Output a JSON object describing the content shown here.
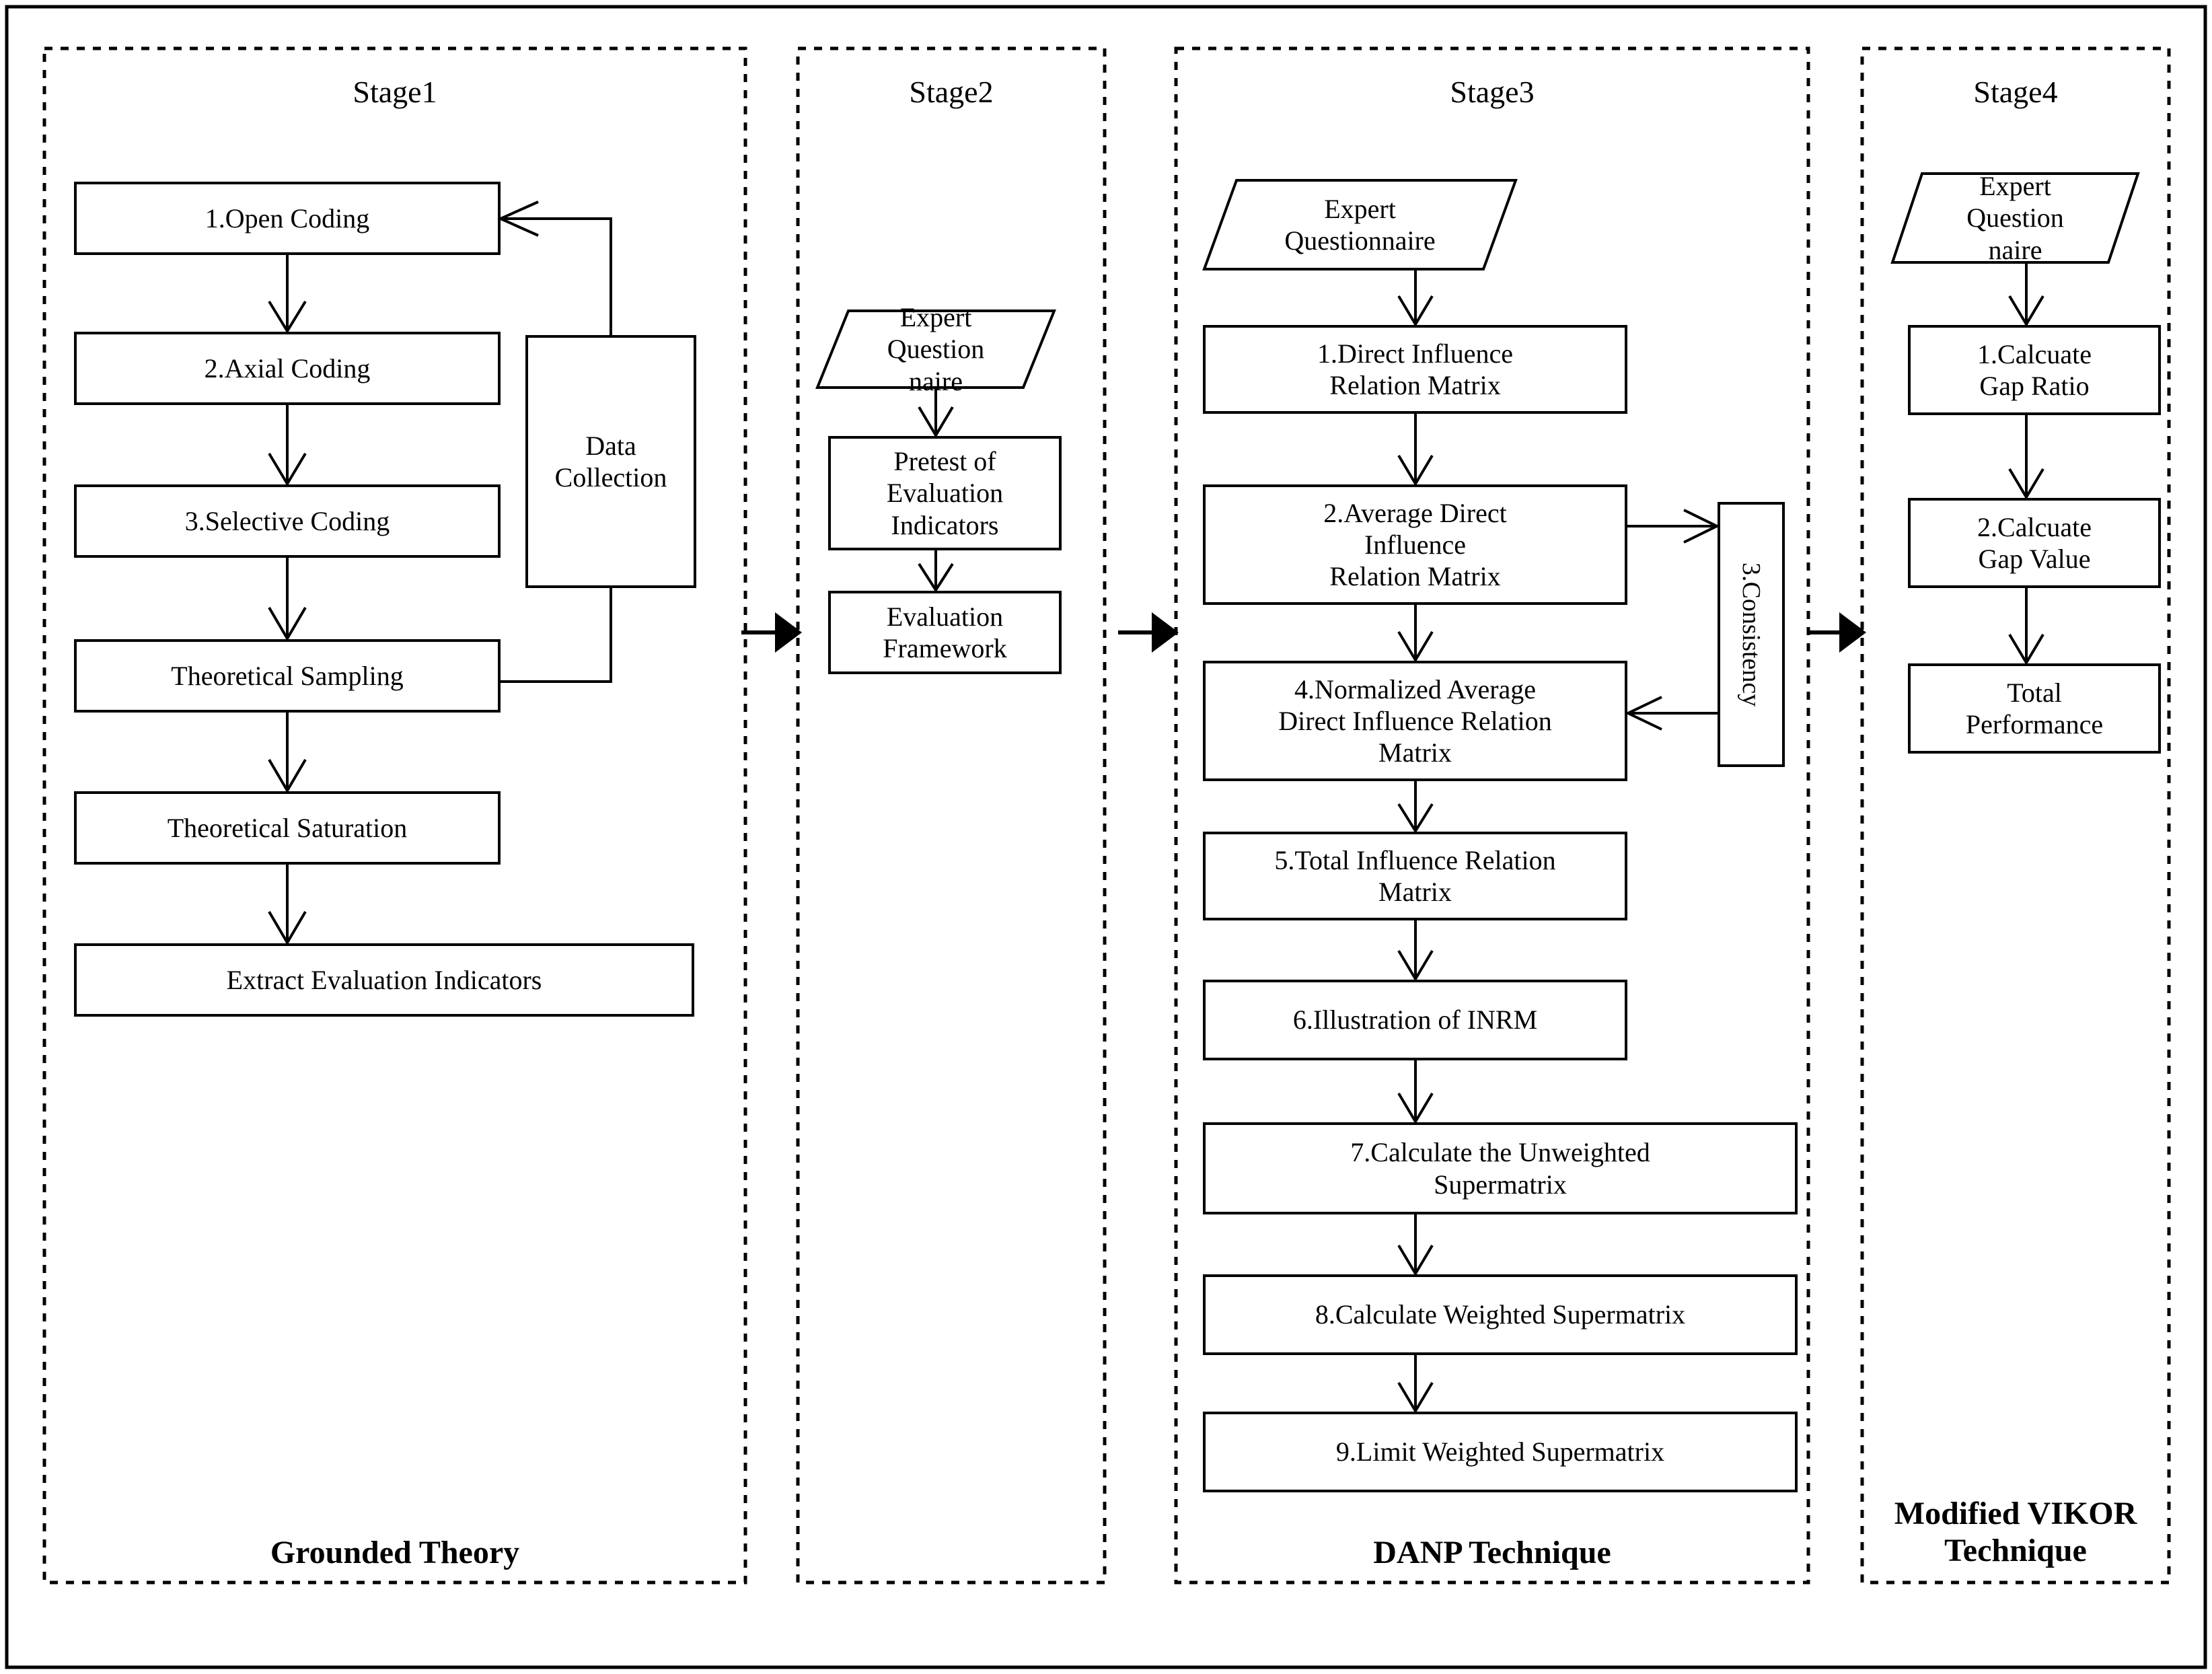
{
  "figure": {
    "type": "flowchart",
    "outer_border": "#000000",
    "stage_border_style": "dashed",
    "node_border": "#000000",
    "background": "#ffffff"
  },
  "stages": [
    {
      "id": "stage1",
      "title": "Stage1",
      "footer": "Grounded Theory",
      "nodes": [
        {
          "id": "s1n1",
          "label": "1.Open Coding",
          "shape": "rect"
        },
        {
          "id": "s1n2",
          "label": "2.Axial Coding",
          "shape": "rect"
        },
        {
          "id": "s1n3",
          "label": "3.Selective Coding",
          "shape": "rect"
        },
        {
          "id": "s1n4",
          "label": "Theoretical Sampling",
          "shape": "rect"
        },
        {
          "id": "s1n5",
          "label": "Theoretical Saturation",
          "shape": "rect"
        },
        {
          "id": "s1n6",
          "label": "Extract Evaluation Indicators",
          "shape": "rect"
        },
        {
          "id": "s1nd",
          "label": "Data\nCollection",
          "shape": "rect"
        }
      ]
    },
    {
      "id": "stage2",
      "title": "Stage2",
      "footer": "",
      "nodes": [
        {
          "id": "s2n1",
          "label": "Expert\nQuestion\nnaire",
          "shape": "parallelogram"
        },
        {
          "id": "s2n2",
          "label": "Pretest of\nEvaluation\nIndicators",
          "shape": "rect"
        },
        {
          "id": "s2n3",
          "label": "Evaluation\nFramework",
          "shape": "rect"
        }
      ]
    },
    {
      "id": "stage3",
      "title": "Stage3",
      "footer": "DANP Technique",
      "nodes": [
        {
          "id": "s3n0",
          "label": "Expert\nQuestionnaire",
          "shape": "parallelogram"
        },
        {
          "id": "s3n1",
          "label": "1.Direct Influence\nRelation Matrix",
          "shape": "rect"
        },
        {
          "id": "s3n2",
          "label": "2.Average Direct\nInfluence\nRelation Matrix",
          "shape": "rect"
        },
        {
          "id": "s3n3",
          "label": "3.Consistency",
          "shape": "rect-vertical"
        },
        {
          "id": "s3n4",
          "label": "4.Normalized Average\nDirect Influence Relation\nMatrix",
          "shape": "rect"
        },
        {
          "id": "s3n5",
          "label": "5.Total Influence Relation\nMatrix",
          "shape": "rect"
        },
        {
          "id": "s3n6",
          "label": "6.Illustration of INRM",
          "shape": "rect"
        },
        {
          "id": "s3n7",
          "label": "7.Calculate the Unweighted\nSupermatrix",
          "shape": "rect"
        },
        {
          "id": "s3n8",
          "label": "8.Calculate Weighted Supermatrix",
          "shape": "rect"
        },
        {
          "id": "s3n9",
          "label": "9.Limit Weighted Supermatrix",
          "shape": "rect"
        }
      ]
    },
    {
      "id": "stage4",
      "title": "Stage4",
      "footer": "Modified VIKOR\nTechnique",
      "nodes": [
        {
          "id": "s4n0",
          "label": "Expert\nQuestion\nnaire",
          "shape": "parallelogram"
        },
        {
          "id": "s4n1",
          "label": "1.Calcuate\nGap Ratio",
          "shape": "rect"
        },
        {
          "id": "s4n2",
          "label": "2.Calcuate\nGap Value",
          "shape": "rect"
        },
        {
          "id": "s4n3",
          "label": "Total\nPerformance",
          "shape": "rect"
        }
      ]
    }
  ],
  "connectors": [
    {
      "from": "s1n1",
      "to": "s1n2",
      "kind": "arrow-down"
    },
    {
      "from": "s1n2",
      "to": "s1n3",
      "kind": "arrow-down"
    },
    {
      "from": "s1n3",
      "to": "s1n4",
      "kind": "arrow-down"
    },
    {
      "from": "s1n4",
      "to": "s1n5",
      "kind": "arrow-down"
    },
    {
      "from": "s1n5",
      "to": "s1n6",
      "kind": "arrow-down"
    },
    {
      "from": "s1n4",
      "to": "s1nd",
      "kind": "elbow-line"
    },
    {
      "from": "s1nd",
      "to": "s1n1",
      "kind": "elbow-arrow-left"
    },
    {
      "from": "s2n1",
      "to": "s2n2",
      "kind": "arrow-down"
    },
    {
      "from": "s2n2",
      "to": "s2n3",
      "kind": "arrow-down"
    },
    {
      "from": "s3n0",
      "to": "s3n1",
      "kind": "arrow-down"
    },
    {
      "from": "s3n1",
      "to": "s3n2",
      "kind": "arrow-down"
    },
    {
      "from": "s3n2",
      "to": "s3n3",
      "kind": "arrow-right"
    },
    {
      "from": "s3n3",
      "to": "s3n4",
      "kind": "arrow-left"
    },
    {
      "from": "s3n2",
      "to": "s3n4",
      "kind": "arrow-down"
    },
    {
      "from": "s3n4",
      "to": "s3n5",
      "kind": "arrow-down"
    },
    {
      "from": "s3n5",
      "to": "s3n6",
      "kind": "arrow-down"
    },
    {
      "from": "s3n6",
      "to": "s3n7",
      "kind": "arrow-down"
    },
    {
      "from": "s3n7",
      "to": "s3n8",
      "kind": "arrow-down"
    },
    {
      "from": "s3n8",
      "to": "s3n9",
      "kind": "arrow-down"
    },
    {
      "from": "s4n0",
      "to": "s4n1",
      "kind": "arrow-down"
    },
    {
      "from": "s4n1",
      "to": "s4n2",
      "kind": "arrow-down"
    },
    {
      "from": "s4n2",
      "to": "s4n3",
      "kind": "arrow-down"
    },
    {
      "from": "stage1",
      "to": "stage2",
      "kind": "stage-arrow"
    },
    {
      "from": "stage2",
      "to": "stage3",
      "kind": "stage-arrow"
    },
    {
      "from": "stage3",
      "to": "stage4",
      "kind": "stage-arrow"
    }
  ]
}
